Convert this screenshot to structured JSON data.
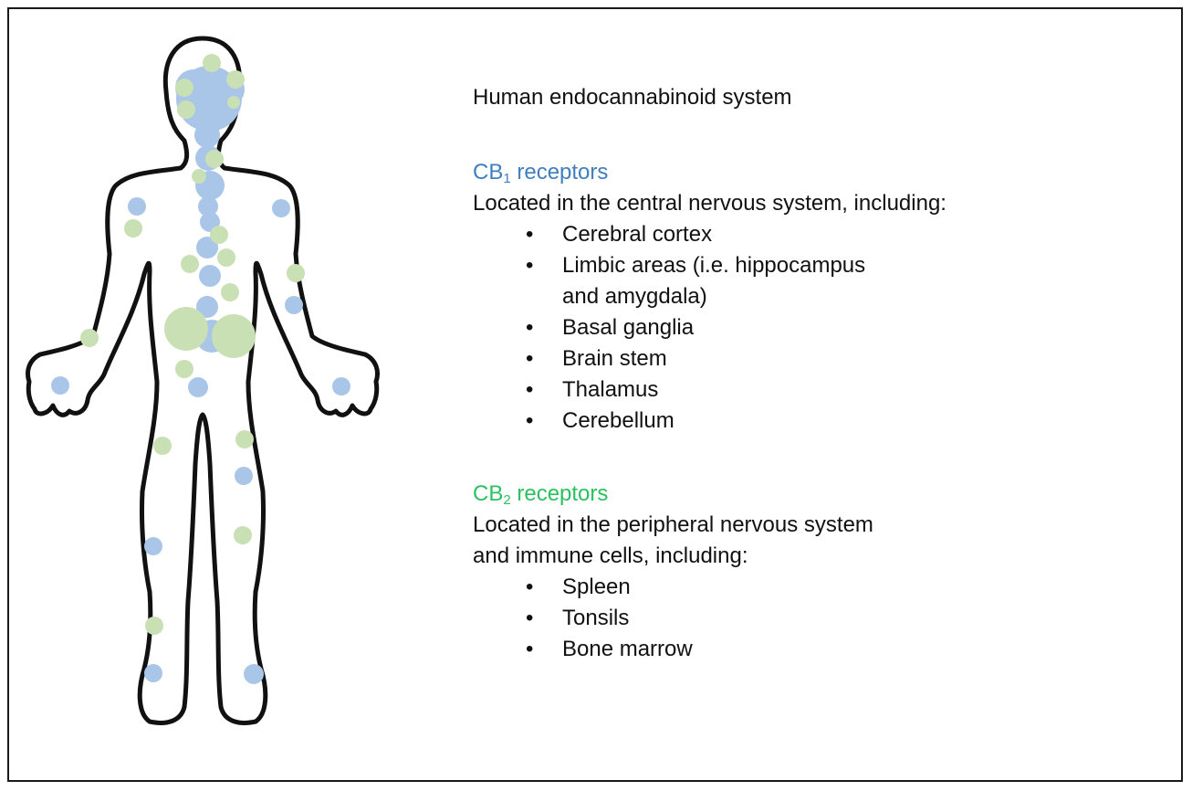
{
  "title": "Human endocannabinoid system",
  "colors": {
    "cb1": "#3f7fbf",
    "cb2": "#2bc160",
    "cb1_dot": "#a9c6e8",
    "cb2_dot": "#c9e0b4",
    "outline": "#111111"
  },
  "cb1": {
    "heading": "CB",
    "sub": "1",
    "suffix": " receptors",
    "description": "Located in the central nervous system, including:",
    "items": [
      "Cerebral cortex",
      "Limbic areas (i.e. hippocampus and amygdala)",
      "Basal ganglia",
      "Brain stem",
      "Thalamus",
      "Cerebellum"
    ]
  },
  "cb2": {
    "heading": "CB",
    "sub": "2",
    "suffix": " receptors",
    "description_line1": "Located in the peripheral nervous system",
    "description_line2": "and immune cells, including:",
    "items": [
      "Spleen",
      "Tonsils",
      "Bone marrow"
    ]
  }
}
